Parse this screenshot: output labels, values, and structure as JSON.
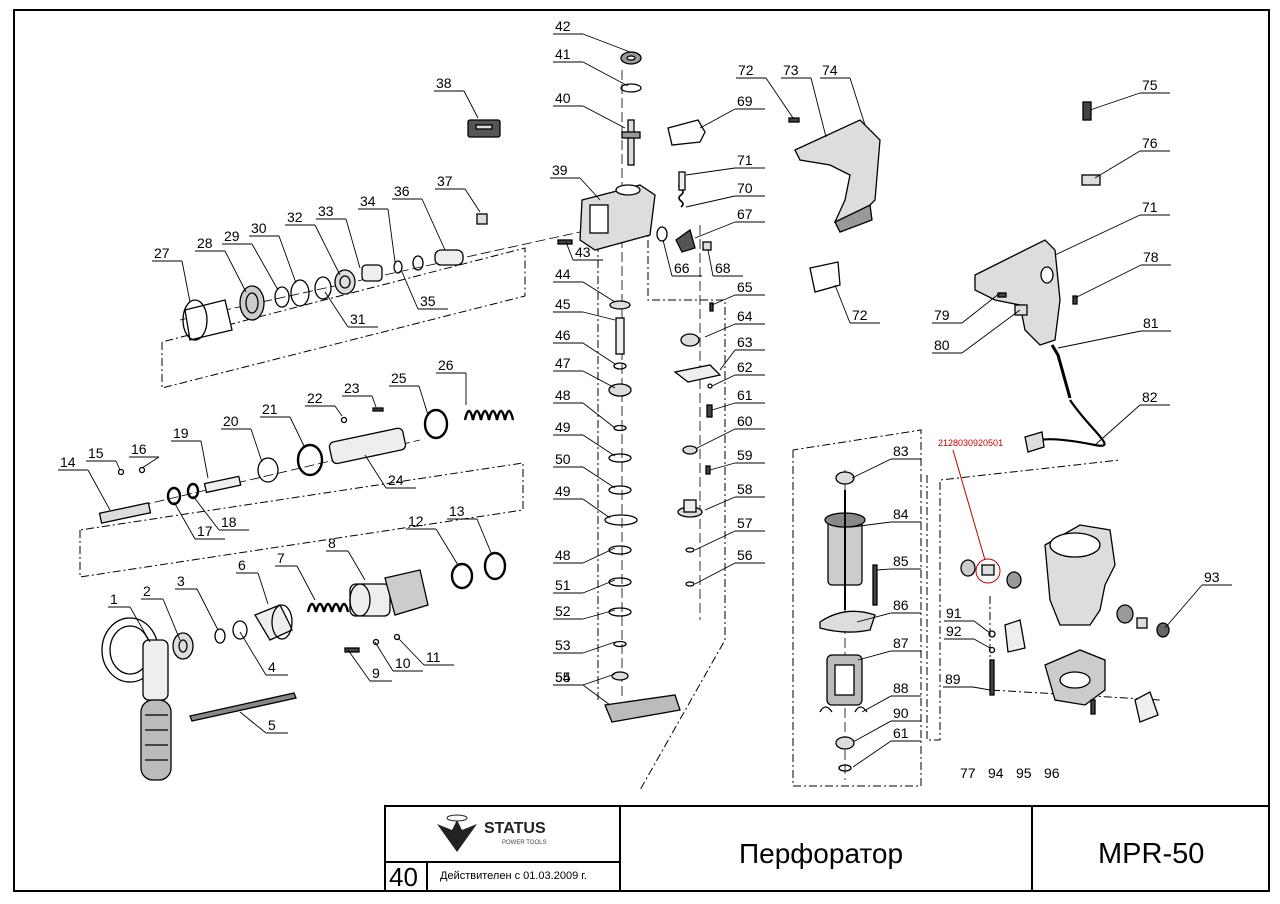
{
  "title_block": {
    "brand": "STATUS",
    "brand_sub": "POWER TOOLS",
    "page_number": "40",
    "valid_from": "Действителен с 01.03.2009 г.",
    "product_name": "Перфоратор",
    "model": "MPR-50"
  },
  "annotation_tag": "2128030920501",
  "callouts": [
    "1",
    "2",
    "3",
    "4",
    "5",
    "6",
    "7",
    "8",
    "9",
    "10",
    "11",
    "12",
    "13",
    "14",
    "15",
    "16",
    "17",
    "18",
    "19",
    "20",
    "21",
    "22",
    "23",
    "24",
    "25",
    "26",
    "27",
    "28",
    "29",
    "30",
    "31",
    "32",
    "33",
    "34",
    "35",
    "36",
    "37",
    "38",
    "39",
    "40",
    "41",
    "42",
    "43",
    "44",
    "45",
    "46",
    "47",
    "48",
    "49",
    "50",
    "51",
    "52",
    "53",
    "54",
    "55",
    "56",
    "57",
    "58",
    "59",
    "60",
    "61",
    "62",
    "63",
    "64",
    "65",
    "66",
    "67",
    "68",
    "69",
    "70",
    "71",
    "72",
    "73",
    "74",
    "75",
    "76",
    "77",
    "78",
    "79",
    "80",
    "81",
    "82",
    "83",
    "84",
    "85",
    "86",
    "87",
    "88",
    "89",
    "90",
    "91",
    "92",
    "93",
    "94",
    "95",
    "96"
  ]
}
